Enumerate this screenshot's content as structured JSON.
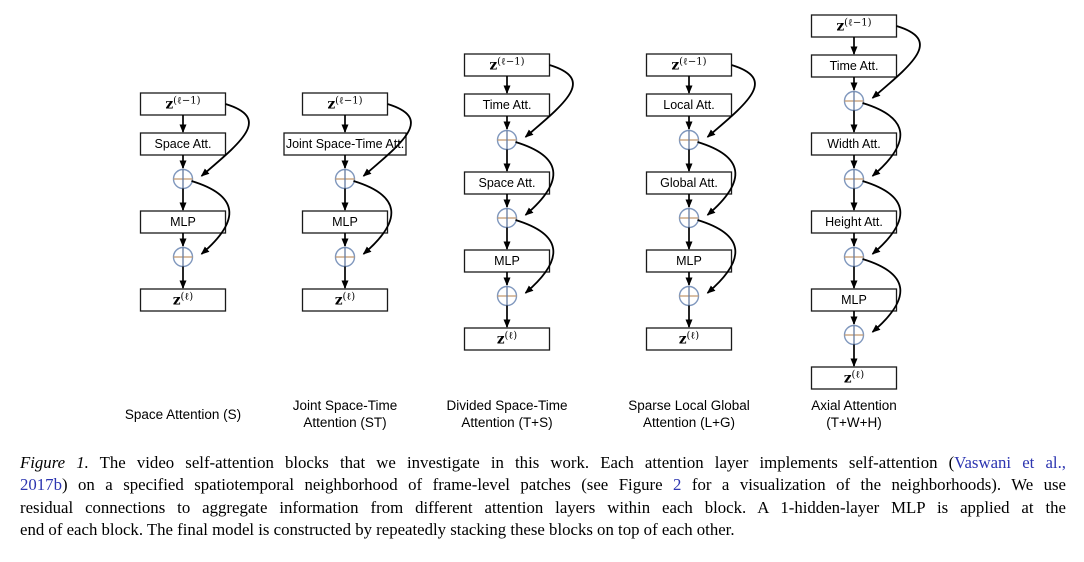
{
  "figure": {
    "columns": [
      {
        "id": "space-attention",
        "label_lines": [
          "Space Attention (S)"
        ],
        "nodes": [
          {
            "type": "io",
            "base": "z",
            "sup": "(ℓ−1)"
          },
          {
            "type": "op",
            "label": "Space Att."
          },
          {
            "type": "add"
          },
          {
            "type": "op",
            "label": "MLP"
          },
          {
            "type": "add"
          },
          {
            "type": "io",
            "base": "z",
            "sup": "(ℓ)"
          }
        ]
      },
      {
        "id": "joint-space-time-attention",
        "label_lines": [
          "Joint Space-Time",
          "Attention (ST)"
        ],
        "nodes": [
          {
            "type": "io",
            "base": "z",
            "sup": "(ℓ−1)"
          },
          {
            "type": "op",
            "label": "Joint Space-Time Att."
          },
          {
            "type": "add"
          },
          {
            "type": "op",
            "label": "MLP"
          },
          {
            "type": "add"
          },
          {
            "type": "io",
            "base": "z",
            "sup": "(ℓ)"
          }
        ]
      },
      {
        "id": "divided-space-time-attention",
        "label_lines": [
          "Divided Space-Time",
          "Attention (T+S)"
        ],
        "nodes": [
          {
            "type": "io",
            "base": "z",
            "sup": "(ℓ−1)"
          },
          {
            "type": "op",
            "label": "Time Att."
          },
          {
            "type": "add"
          },
          {
            "type": "op",
            "label": "Space Att."
          },
          {
            "type": "add"
          },
          {
            "type": "op",
            "label": "MLP"
          },
          {
            "type": "add"
          },
          {
            "type": "io",
            "base": "z",
            "sup": "(ℓ)"
          }
        ]
      },
      {
        "id": "sparse-local-global-attention",
        "label_lines": [
          "Sparse Local Global",
          "Attention (L+G)"
        ],
        "nodes": [
          {
            "type": "io",
            "base": "z",
            "sup": "(ℓ−1)"
          },
          {
            "type": "op",
            "label": "Local Att."
          },
          {
            "type": "add"
          },
          {
            "type": "op",
            "label": "Global Att."
          },
          {
            "type": "add"
          },
          {
            "type": "op",
            "label": "MLP"
          },
          {
            "type": "add"
          },
          {
            "type": "io",
            "base": "z",
            "sup": "(ℓ)"
          }
        ]
      },
      {
        "id": "axial-attention",
        "label_lines": [
          "Axial Attention",
          "(T+W+H)"
        ],
        "nodes": [
          {
            "type": "io",
            "base": "z",
            "sup": "(ℓ−1)"
          },
          {
            "type": "op",
            "label": "Time Att."
          },
          {
            "type": "add"
          },
          {
            "type": "op",
            "label": "Width Att."
          },
          {
            "type": "add"
          },
          {
            "type": "op",
            "label": "Height Att."
          },
          {
            "type": "add"
          },
          {
            "type": "op",
            "label": "MLP"
          },
          {
            "type": "add"
          },
          {
            "type": "io",
            "base": "z",
            "sup": "(ℓ)"
          }
        ]
      }
    ],
    "colors": {
      "box_stroke": "#1a1a1a",
      "arrow": "#000000",
      "adder_circle": "#7f97bd",
      "adder_cross_h": "#c2996f",
      "adder_cross_v": "#64799e",
      "link": "#2c35b0",
      "text": "#000000"
    }
  },
  "caption": {
    "lines": [
      [
        {
          "t": "Figure 1.",
          "s": "i"
        },
        {
          "t": " The video self-attention blocks that we investigate in this work. Each attention layer implements self-attention (",
          "s": "n"
        },
        {
          "t": "Vaswani et al.,",
          "s": "a"
        }
      ],
      [
        {
          "t": "2017b",
          "s": "a"
        },
        {
          "t": ") on a specified spatiotemporal neighborhood of frame-level patches (see Figure ",
          "s": "n"
        },
        {
          "t": "2",
          "s": "a"
        },
        {
          "t": " for a visualization of the neighborhoods). We use",
          "s": "n"
        }
      ],
      [
        {
          "t": "residual connections to aggregate information from different attention layers within each block. A 1-hidden-layer MLP is applied at the",
          "s": "n"
        }
      ],
      [
        {
          "t": "end of each block. The final model is constructed by repeatedly stacking these blocks on top of each other.",
          "s": "n"
        }
      ]
    ]
  }
}
